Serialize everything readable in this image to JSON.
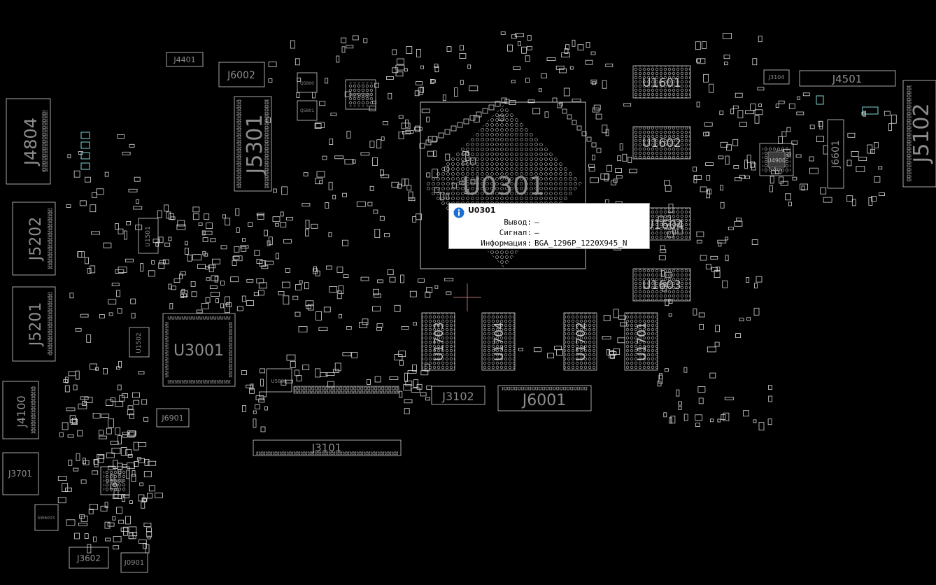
{
  "board_view": {
    "colors": {
      "background": "#000000",
      "outline": "#d8d8d8",
      "label": "#8c8c8c",
      "selected": "#7fd3d3",
      "cursor": "#b07070"
    },
    "labels": {
      "j4401": "J4401",
      "j6002": "J6002",
      "j4804": "J4804",
      "j5301": "J5301",
      "j5202": "J5202",
      "j5201": "J5201",
      "j4100": "J4100",
      "j3701": "J3701",
      "j3602": "J3602",
      "j0901": "J0901",
      "u3001": "U3001",
      "u1501": "U1501",
      "u1502": "U1502",
      "u0301": "U0301",
      "u1601": "U1601",
      "u1602": "U1602",
      "u1604": "U1604",
      "u1603": "U1603",
      "u1703": "U1703",
      "u1704": "U1704",
      "u1702": "U1702",
      "u1701": "U1701",
      "j3102": "J3102",
      "j6001": "J6001",
      "j3101": "J3101",
      "j6901": "J6901",
      "j4501": "J4501",
      "j5102": "J5102",
      "j6601": "J6601",
      "j3104": "J3104",
      "u5600": "U5600",
      "u5801": "U5801",
      "u3600": "U3600",
      "sw6003": "SW6003",
      "q5800": "Q5800",
      "q5801": "Q5801",
      "u4900": "U4900"
    }
  },
  "tooltip": {
    "icon": "info-icon",
    "title": "U0301",
    "rows": [
      {
        "key": "Вывод:",
        "value": "—"
      },
      {
        "key": "Сигнал:",
        "value": "—"
      },
      {
        "key": "Информация:",
        "value": "BGA_1296P_1220X945_N"
      }
    ]
  },
  "cursor": {
    "icon": "crosshair-cursor-icon"
  }
}
